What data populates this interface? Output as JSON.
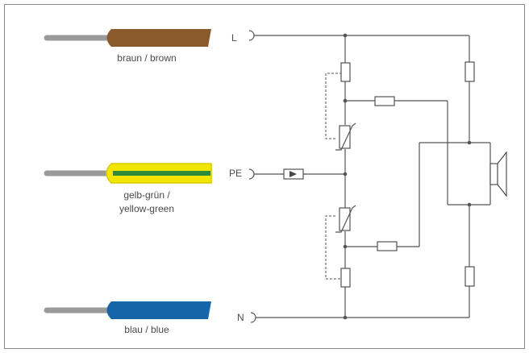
{
  "cables": [
    {
      "label": "braun / brown",
      "lines": [
        "braun / brown"
      ],
      "color": "#8B5A2B"
    },
    {
      "label": "gelb-grün / yellow-green",
      "lines": [
        "gelb-grün /",
        "yellow-green"
      ],
      "color": "#F2E600",
      "stripe": "#2E8B3A",
      "edge": "#D6CB00"
    },
    {
      "label": "blau / blue",
      "lines": [
        "blau / blue"
      ],
      "color": "#1565A8"
    }
  ],
  "core_color": "#9A9A9A",
  "terminals": {
    "L": "L",
    "PE": "PE",
    "N": "N"
  }
}
